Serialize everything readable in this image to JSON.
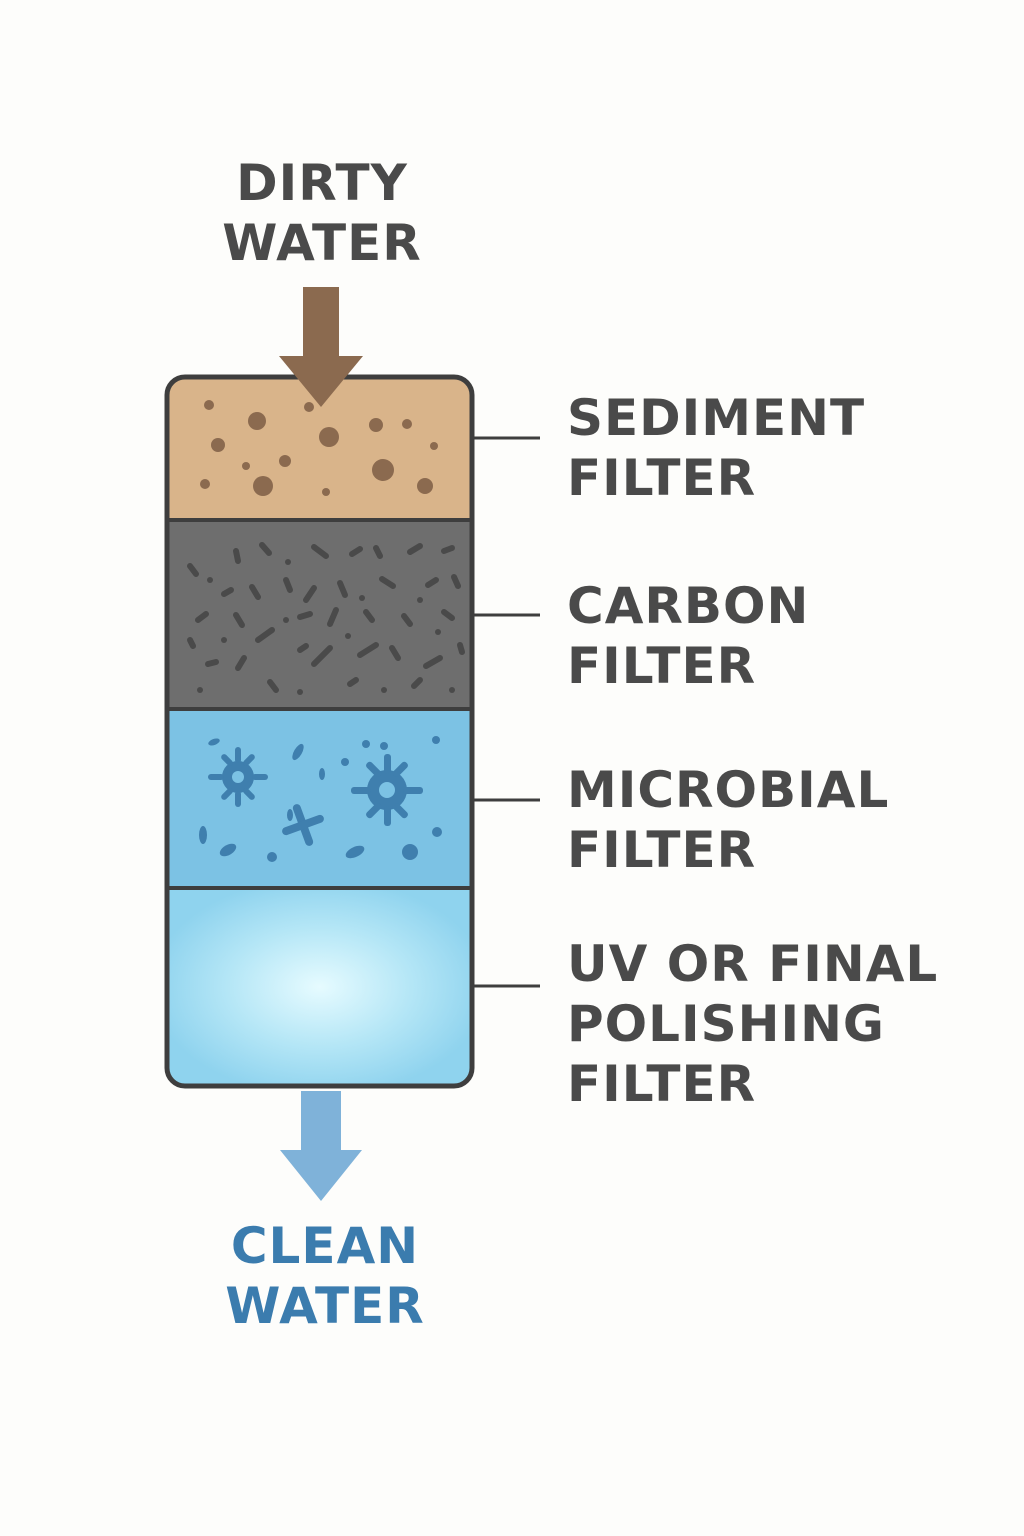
{
  "inlet": {
    "line1": "DIRTY",
    "line2": "WATER",
    "arrow_color": "#8b6a4f"
  },
  "outlet": {
    "line1": "CLEAN",
    "line2": "WATER",
    "arrow_color": "#7fb2d9",
    "text_color": "#3b7cae"
  },
  "layers": [
    {
      "line1": "SEDIMENT",
      "line2": "FILTER",
      "fill": "#d9b48a",
      "particle_color": "#8b6a4f"
    },
    {
      "line1": "CARBON",
      "line2": "FILTER",
      "fill": "#6e6e6e",
      "particle_color": "#4a4a4a"
    },
    {
      "line1": "MICROBIAL",
      "line2": "FILTER",
      "fill": "#7cc2e4",
      "particle_color": "#3f7fae"
    },
    {
      "line1": "UV OR FINAL",
      "line2": "POLISHING",
      "line3": "FILTER",
      "fill": "#8fd3ee",
      "glow_color": "#e6fbff"
    }
  ],
  "colors": {
    "text": "#4a4a4a",
    "outline": "#3e3e3e",
    "background": "#fdfdfb"
  }
}
